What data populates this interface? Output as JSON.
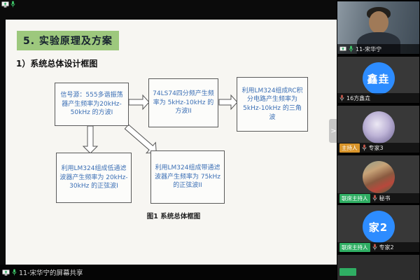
{
  "meeting": {
    "share_banner": "11-宋华宁的屏幕共享",
    "sidebar_toggle_glyph": ">"
  },
  "slide": {
    "title": "5. 实验原理及方案",
    "subtitle": "1）系统总体设计框图",
    "caption": "图1 系统总体框图",
    "boxes": [
      {
        "text": "信号源：555多谐振荡器产生频率为20kHz-50kHz 的方波I"
      },
      {
        "text": "74LS74四分频产生频率为 5kHz-10kHz 的方波II"
      },
      {
        "text": "利用LM324组成RC积分电路产生频率为 5kHz-10kHz 的三角波"
      },
      {
        "text": "利用LM324组成低通滤波器产生频率为 20kHz-30kHz 的正弦波I"
      },
      {
        "text": "利用LM324组成带通滤波器产生频率为 75kHz 的正弦波II"
      }
    ]
  },
  "participants": [
    {
      "name": "11-宋华宁",
      "badge": "",
      "avatar_text": "",
      "mic": "on",
      "sharing": true
    },
    {
      "name": "16方鑫垚",
      "badge": "",
      "avatar_text": "鑫垚",
      "mic": "muted"
    },
    {
      "name": "专家3",
      "badge": "主持人",
      "avatar_text": "",
      "mic": "muted"
    },
    {
      "name": "秘书",
      "badge": "联席主持人",
      "avatar_text": "",
      "mic": "muted"
    },
    {
      "name": "专家2",
      "badge": "联席主持人",
      "avatar_text": "家2",
      "mic": "muted"
    }
  ],
  "colors": {
    "title_highlight": "#9dc87d",
    "box_text_blue": "#3b6fb5",
    "host_badge": "#d9952b",
    "cohost_badge": "#2fae63",
    "avatar_blue": "#2d8cff",
    "mic_on": "#3ec96a",
    "mic_muted": "#c4574b"
  }
}
